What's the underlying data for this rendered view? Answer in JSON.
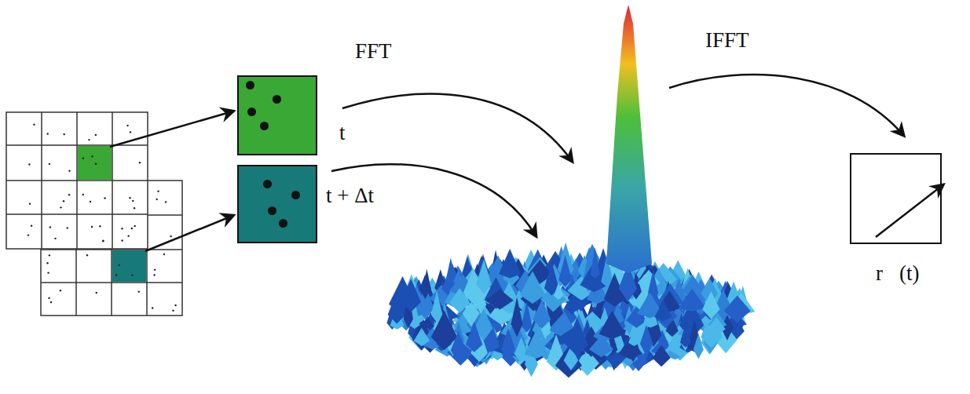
{
  "diagram": {
    "nodes": [
      {
        "text": [
          "t"
        ]
      },
      {
        "text": [
          "t + Δt"
        ]
      },
      {
        "text": [
          "r⃗(t)"
        ]
      }
    ],
    "labels": [
      "FFT",
      "IFFT"
    ]
  }
}
